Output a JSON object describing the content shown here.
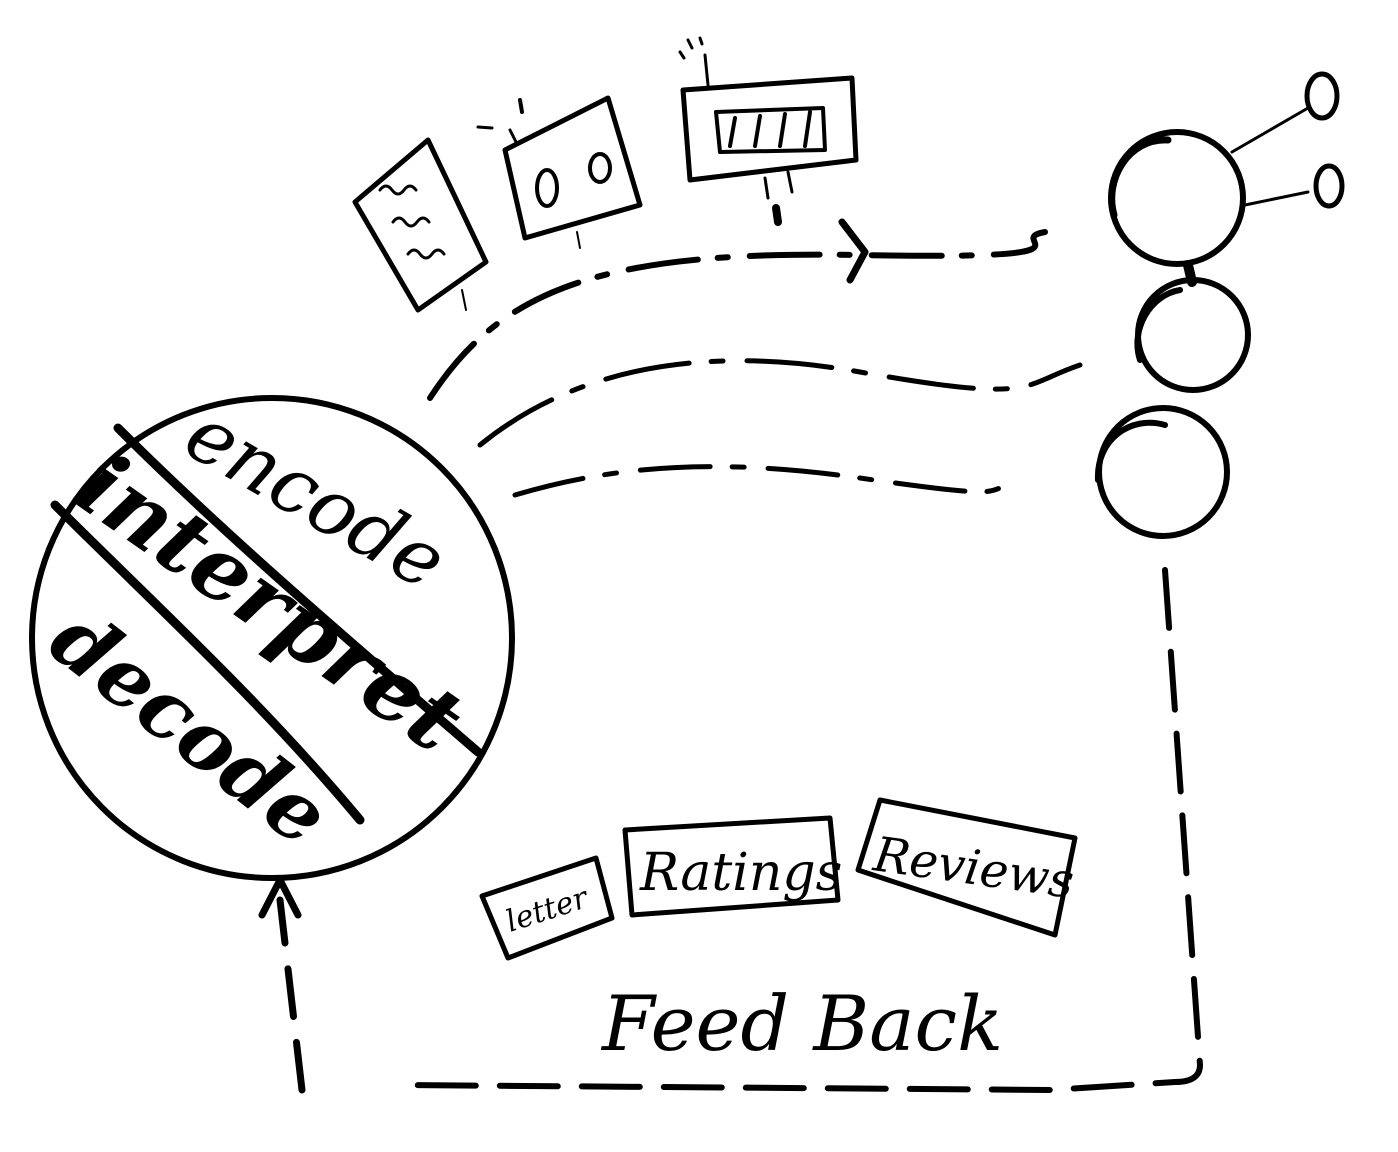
{
  "diagram": {
    "circle_labels": {
      "top": "encode",
      "middle": "interpret",
      "bottom": "decode"
    },
    "feedback_cards": {
      "letter": "letter",
      "ratings": "Ratings",
      "reviews": "Reviews"
    },
    "feedback_label": "Feed Back",
    "colors": {
      "ink": "#000000",
      "paper": "#ffffff"
    }
  }
}
